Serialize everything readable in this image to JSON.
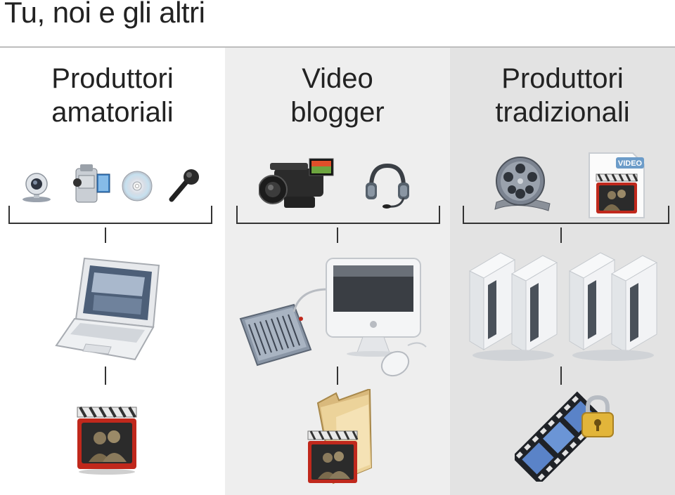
{
  "slide": {
    "title": "Tu, noi e gli altri"
  },
  "columns": [
    {
      "heading_line1": "Produttori",
      "heading_line2": "amatoriali",
      "icons": [
        "webcam-icon",
        "camcorder-icon",
        "cd-icon",
        "microphone-icon",
        "laptop-icon",
        "video-clip-icon"
      ]
    },
    {
      "heading_line1": "Video",
      "heading_line2": "blogger",
      "icons": [
        "pro-camcorder-icon",
        "headset-icon",
        "audio-mixer-icon",
        "desktop-computer-icon",
        "mouse-icon",
        "folder-icon",
        "video-clip-icon"
      ]
    },
    {
      "heading_line1": "Produttori",
      "heading_line2": "tradizionali",
      "icons": [
        "film-reel-icon",
        "video-file-icon",
        "server-icon",
        "server-icon",
        "protected-film-icon",
        "lock-icon"
      ]
    }
  ],
  "video_file_badge": "VIDEO",
  "colors": {
    "rule": "#bdbdbd",
    "col2_bg": "#eeeeee",
    "col3_bg": "#e3e3e3",
    "clip_red": "#c0281c"
  }
}
